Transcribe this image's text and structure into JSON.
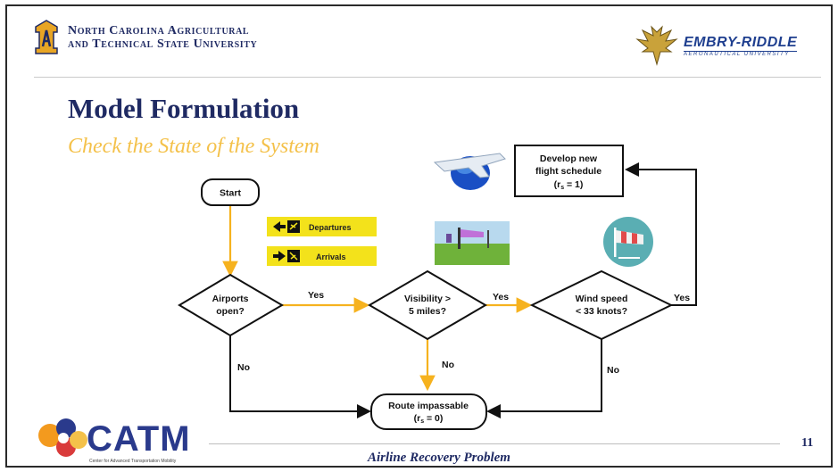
{
  "header": {
    "university_line1": "North Carolina Agricultural",
    "university_line2": "and Technical State University",
    "erau_name": "EMBRY-RIDDLE",
    "erau_sub": "AERONAUTICAL UNIVERSITY"
  },
  "slide": {
    "title": "Model Formulation",
    "subtitle": "Check the State of the System",
    "page_number": "11",
    "footer_title": "Airline Recovery Problem"
  },
  "catm": {
    "name": "CATM",
    "tagline": "Center for Advanced Transportation Mobility"
  },
  "flowchart": {
    "start": "Start",
    "decision_airports": [
      "Airports",
      "open?"
    ],
    "decision_visibility": [
      "Visibility >",
      "5 miles?"
    ],
    "decision_wind": [
      "Wind speed",
      "< 33 knots?"
    ],
    "box_develop": [
      "Develop new",
      "flight schedule",
      "(r",
      "s",
      " = 1)"
    ],
    "box_route": [
      "Route impassable",
      "(r",
      "s",
      " = 0)"
    ],
    "label_yes_1": "Yes",
    "label_yes_2": "Yes",
    "label_yes_3": "Yes",
    "label_no_1": "No",
    "label_no_2": "No",
    "label_no_3": "No"
  },
  "badges": {
    "departures": "Departures",
    "arrivals": "Arrivals"
  },
  "colors": {
    "title": "#1f2a63",
    "subtitle": "#f4c14a",
    "arrow_yellow": "#f6b21e",
    "badge_yellow": "#f3e21b",
    "line_black": "#111111"
  },
  "icons": [
    "ncat-aggie-logo-icon",
    "erau-eagle-logo-icon",
    "airplane-globe-icon",
    "airfield-windsock-icon",
    "windsock-icon",
    "departures-sign-icon",
    "arrivals-sign-icon",
    "catm-logo-icon"
  ]
}
